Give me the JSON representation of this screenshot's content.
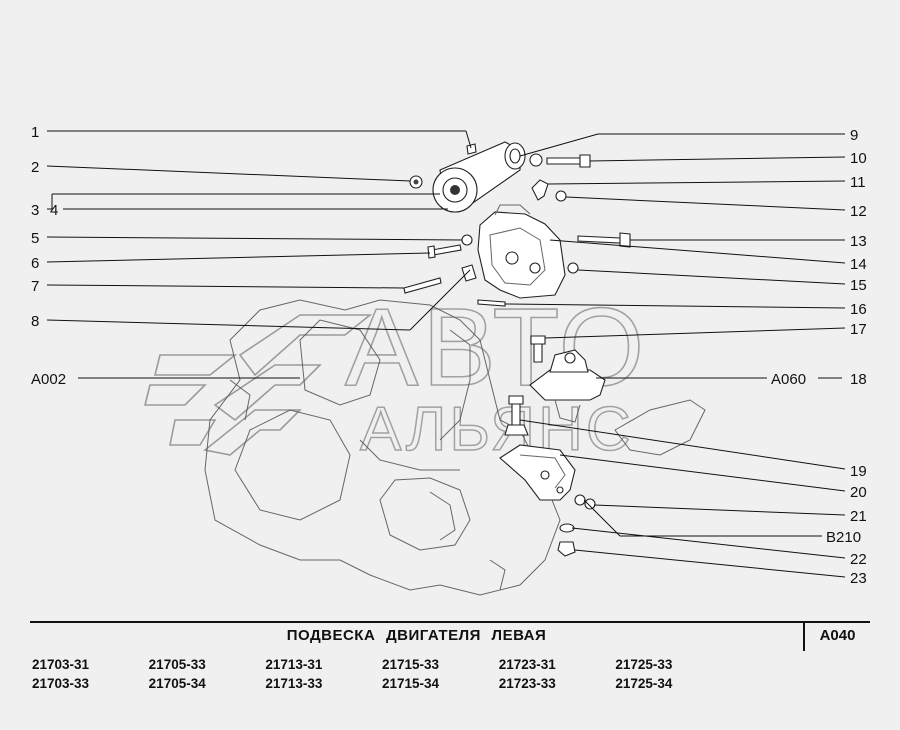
{
  "diagram": {
    "callouts_left": [
      "1",
      "2",
      "3",
      "4",
      "5",
      "6",
      "7",
      "8",
      "A002"
    ],
    "callouts_right": [
      "9",
      "10",
      "11",
      "12",
      "13",
      "14",
      "15",
      "16",
      "17",
      "A060",
      "18",
      "19",
      "20",
      "21",
      "B210",
      "22",
      "23"
    ],
    "watermark": [
      "АВТО",
      "АЛЬЯНС"
    ]
  },
  "title": {
    "text": "ПОДВЕСКА ДВИГАТЕЛЯ ЛЕВАЯ",
    "section_code": "A040"
  },
  "models": [
    [
      "21703-31",
      "21705-33",
      "21713-31",
      "21715-33",
      "21723-31",
      "21725-33"
    ],
    [
      "21703-33",
      "21705-34",
      "21713-33",
      "21715-34",
      "21723-33",
      "21725-34"
    ]
  ]
}
